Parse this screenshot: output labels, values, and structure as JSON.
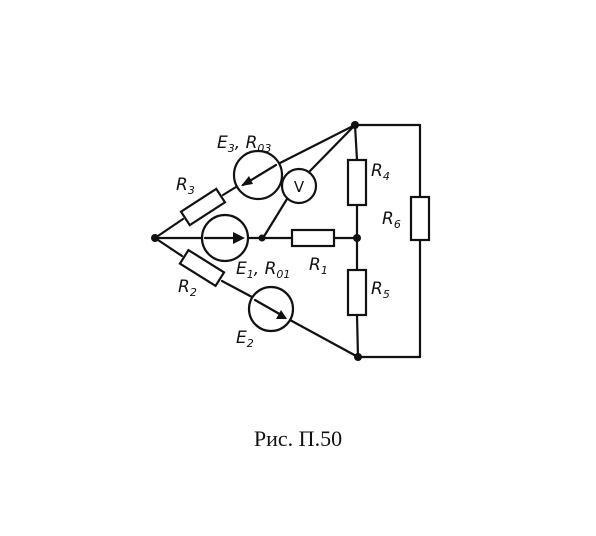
{
  "caption": "Рис. П.50",
  "labels": {
    "E3": "E",
    "E3_sub": "3",
    "R03_main": "R",
    "R03_sub": "03",
    "E1": "E",
    "E1_sub": "1",
    "R01_main": "R",
    "R01_sub": "01",
    "E2": "E",
    "E2_sub": "2",
    "R1": "R",
    "R1_sub": "1",
    "R2": "R",
    "R2_sub": "2",
    "R3": "R",
    "R3_sub": "3",
    "R4": "R",
    "R4_sub": "4",
    "R5": "R",
    "R5_sub": "5",
    "R6": "R",
    "R6_sub": "6",
    "voltmeter": "V"
  }
}
